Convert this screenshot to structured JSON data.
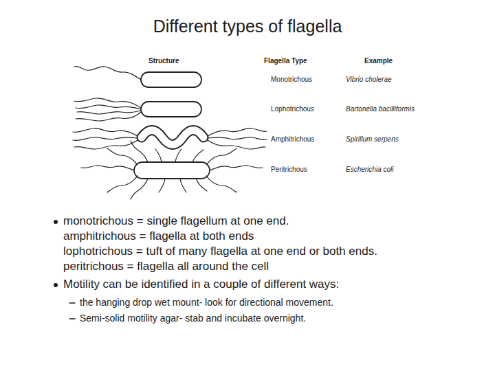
{
  "diagram": {
    "title": "Different types of flagella",
    "labels": [
      "Structure",
      "Flagella Type",
      "Example",
      "Monotrichous",
      "Vibrio cholerae",
      "Lophotrichous",
      "Bartonella bacilliformis",
      "Amphitrichous",
      "Spirillum serpens",
      "Peritrichous",
      "Escherichia coli",
      "monotrichous = single flagellum at one end.",
      "amphitrichous = flagella at both ends",
      "lophotrichous = tuft of many flagella at one end or both ends.",
      "peritrichous = flagella all around the cell",
      "Motility can be identified in a couple of different ways:",
      "the hanging drop wet mount- look for directional movement.",
      "Semi-solid motility agar- stab and incubate overnight."
    ]
  }
}
